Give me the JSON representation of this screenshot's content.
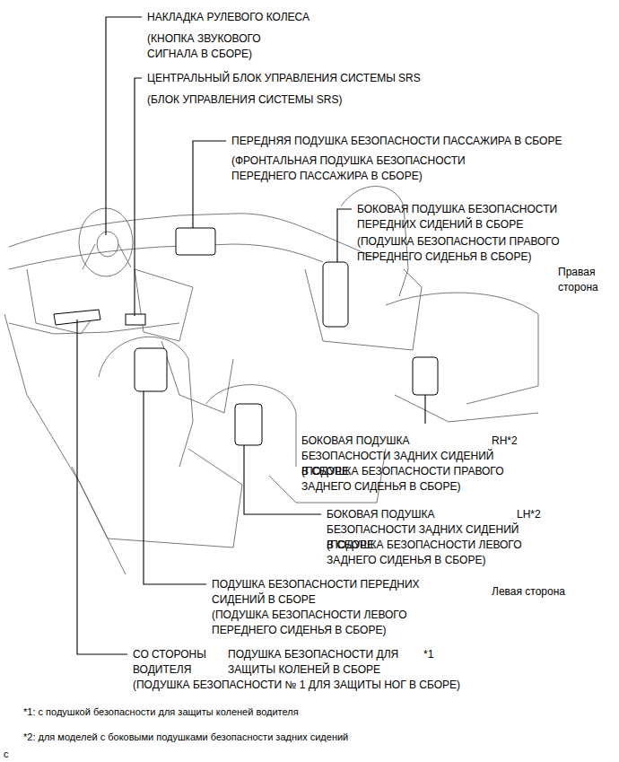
{
  "diagram": {
    "labels": [
      "НАКЛАДКА РУЛЕВОГО КОЛЕСА",
      "(КНОПКА ЗВУКОВОГО СИГНАЛА В СБОРЕ)",
      "ЦЕНТРАЛЬНЫЙ БЛОК УПРАВЛЕНИЯ СИСТЕМЫ SRS",
      "(БЛОК УПРАВЛЕНИЯ СИСТЕМЫ SRS)",
      "ПЕРЕДНЯЯ ПОДУШКА БЕЗОПАСНОСТИ ПАССАЖИРА В СБОРЕ",
      "(ФРОНТАЛЬНАЯ ПОДУШКА БЕЗОПАСНОСТИ ПЕРЕДНЕГО ПАССАЖИРА В СБОРЕ)",
      "БОКОВАЯ ПОДУШКА БЕЗОПАСНОСТИ ПЕРЕДНИХ СИДЕНИЙ В СБОРЕ",
      "(ПОДУШКА БЕЗОПАСНОСТИ ПРАВОГО ПЕРЕДНЕГО СИДЕНЬЯ В СБОРЕ)",
      "Правая сторона",
      "БОКОВАЯ ПОДУШКА БЕЗОПАСНОСТИ ЗАДНИХ СИДЕНИЙ В СБОРЕ",
      "RH*2",
      "(ПОДУШКА БЕЗОПАСНОСТИ ПРАВОГО ЗАДНЕГО СИДЕНЬЯ В СБОРЕ)",
      "БОКОВАЯ ПОДУШКА БЕЗОПАСНОСТИ ЗАДНИХ СИДЕНИЙ В СБОРЕ",
      "LH*2",
      "(ПОДУШКА БЕЗОПАСНОСТИ ЛЕВОГО ЗАДНЕГО СИДЕНЬЯ В СБОРЕ)",
      "ПОДУШКА БЕЗОПАСНОСТИ ПЕРЕДНИХ СИДЕНИЙ В СБОРЕ",
      "(ПОДУШКА БЕЗОПАСНОСТИ ЛЕВОГО ПЕРЕДНЕГО СИДЕНЬЯ В СБОРЕ)",
      "Левая сторона",
      "СО СТОРОНЫ ВОДИТЕЛЯ",
      "ПОДУШКА БЕЗОПАСНОСТИ ДЛЯ ЗАЩИТЫ КОЛЕНЕЙ В СБОРЕ",
      "*1",
      "(ПОДУШКА БЕЗОПАСНОСТИ № 1 ДЛЯ ЗАЩИТЫ НОГ В СБОРЕ)",
      "*1: с подушкой безопасности для защиты коленей водителя",
      "*2: для моделей с боковыми подушками безопасности задних сидений",
      "c"
    ]
  }
}
